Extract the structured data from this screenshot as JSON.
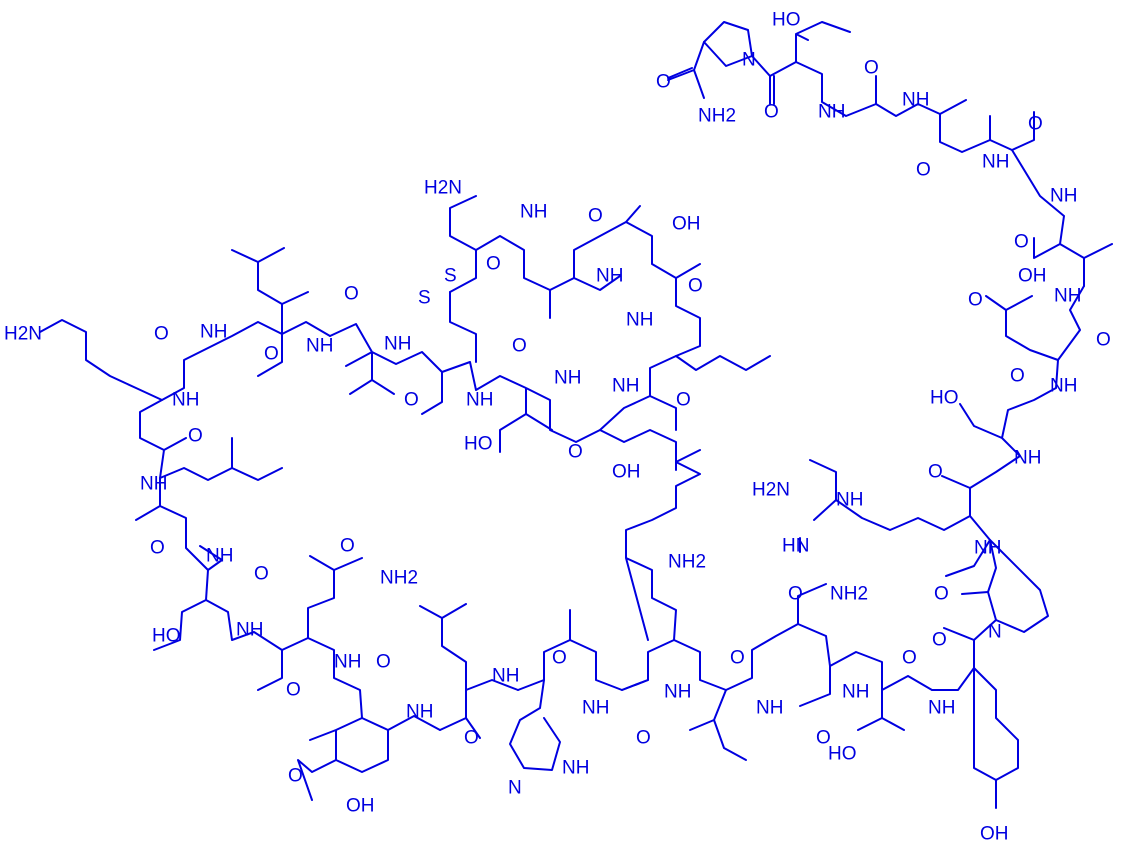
{
  "structure": {
    "color": "#0000e0",
    "atom_labels": {
      "n_pro_top": "N",
      "o_pro_amide": "O",
      "nh2_pro_amide": "NH2",
      "ho_thr_top": "HO",
      "o_thr_top": "O",
      "nh_thr_top": "NH",
      "o_gly_top": "O",
      "nh_gly_top": "NH",
      "o_ala_top": "O",
      "nh_ala_top": "NH",
      "o_gly2_top": "O",
      "nh_val_top": "NH",
      "o_val_top": "O",
      "oh_asp": "OH",
      "o_asp_acid": "O",
      "nh_asp": "NH",
      "o_asp": "O",
      "nh_thr_r": "NH",
      "ho_thr_r": "HO",
      "o_thr_r": "O",
      "nh_thr_r2": "NH",
      "h2n_arg": "H2N",
      "nh_arg": "NH",
      "hn_arg": "HN",
      "o_arg": "O",
      "nh_arg_bb": "NH",
      "n_pro_mid": "N",
      "o_pro_mid": "O",
      "h2n_cys": "H2N",
      "nh_cys": "NH",
      "o_cys": "O",
      "s1": "S",
      "s2": "S",
      "nh_ala_ring": "NH",
      "o_ala_ring": "O",
      "oh_ser_ring": "OH",
      "nh_ser_ring": "NH",
      "o_ser_ring": "O",
      "nh_leu_ring": "NH",
      "o_leu_ring": "O",
      "nh_ser2_ring": "NH",
      "oh_ser2_ring": "OH",
      "o_ser2_ring": "O",
      "nh_thr_ring": "NH",
      "ho_thr_ring": "HO",
      "o_thr_ring": "O",
      "nh_cys2_ring": "NH",
      "o_cys2_ring": "O",
      "nh_val_mid": "NH",
      "o_val_mid": "O",
      "nh_leu_top": "NH",
      "o_leu_top": "O",
      "nh_gly_left": "NH",
      "o_gly_left": "O",
      "h2n_lys": "H2N",
      "nh_lys": "NH",
      "o_lys": "O",
      "nh_leu_left": "NH",
      "o_leu_left": "O",
      "nh_ser_left": "NH",
      "ho_ser_left": "HO",
      "o_ser_left": "O",
      "nh_gln_left": "NH",
      "o_gln_side": "O",
      "nh2_gln_left": "NH2",
      "o_gln_left": "O",
      "nh_glu": "NH",
      "o_glu_acid": "O",
      "oh_glu": "OH",
      "o_glu": "O",
      "nh_leu_b": "NH",
      "o_leu_b": "O",
      "nh_his": "NH",
      "n_his_ring": "N",
      "nh_his_ring": "NH",
      "o_his": "O",
      "nh2_lys_b": "NH2",
      "nh_lys_b": "NH",
      "o_lys_b": "O",
      "nh_leu_b2": "NH",
      "o_leu_b2": "O",
      "o_gln_b_side": "O",
      "nh2_gln_b": "NH2",
      "nh_gln_b": "NH",
      "o_gln_b": "O",
      "nh_thr_b": "NH",
      "ho_thr_b": "HO",
      "o_thr_b": "O",
      "nh_tyr": "NH",
      "o_tyr": "O",
      "oh_tyr": "OH"
    }
  }
}
